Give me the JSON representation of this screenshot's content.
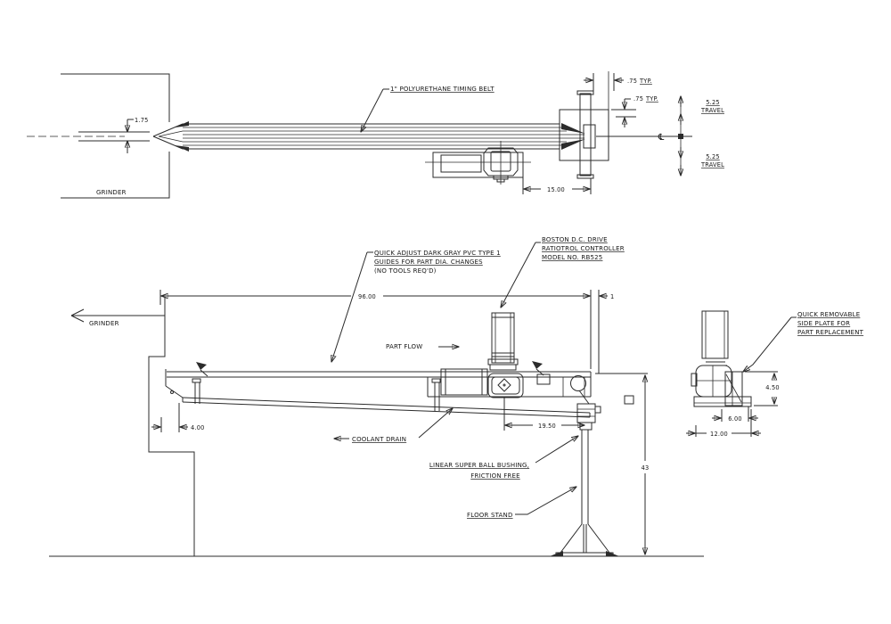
{
  "top_view": {
    "grinder": "GRINDER",
    "belt_callout": "1\" POLYURETHANE TIMING BELT",
    "dim_nose": "1.75",
    "dim_typ1_value": ".75",
    "dim_typ1_suffix": "TYP.",
    "dim_typ2_value": ".75",
    "dim_typ2_suffix": "TYP.",
    "travel_top_value": "5.25",
    "travel_top_label": "TRAVEL",
    "travel_bottom_value": "5.25",
    "travel_bottom_label": "TRAVEL",
    "dim_drive": "15.00",
    "centerline_symbol": "℄"
  },
  "side_view": {
    "grinder": "GRINDER",
    "quick_adjust_line1": "QUICK ADJUST DARK GRAY PVC TYPE 1",
    "quick_adjust_line2": "GUIDES FOR PART DIA. CHANGES",
    "quick_adjust_line3": "(NO TOOLS REQ'D)",
    "drive_line1": "BOSTON D.C. DRIVE",
    "drive_line2": "RATIOTROL CONTROLLER",
    "drive_line3": "MODEL NO. RB525",
    "dim_overall": "96.00",
    "dim_end_offset": "1",
    "part_flow": "PART FLOW",
    "coolant_drain": "COOLANT DRAIN",
    "dim_infeed": "4.00",
    "dim_drive_offset": "19.50",
    "dim_height": "43",
    "bushing_line1": "LINEAR SUPER BALL BUSHING,",
    "bushing_line2": "FRICTION FREE",
    "floor_stand": "FLOOR STAND"
  },
  "end_view": {
    "plate_line1": "QUICK REMOVABLE",
    "plate_line2": "SIDE PLATE FOR",
    "plate_line3": "PART REPLACEMENT",
    "dim_plate_height": "4.50",
    "dim_base_inner": "6.00",
    "dim_base_width": "12.00"
  },
  "colors": {
    "line": "#2b2b2b",
    "text": "#161616",
    "background": "#ffffff"
  }
}
